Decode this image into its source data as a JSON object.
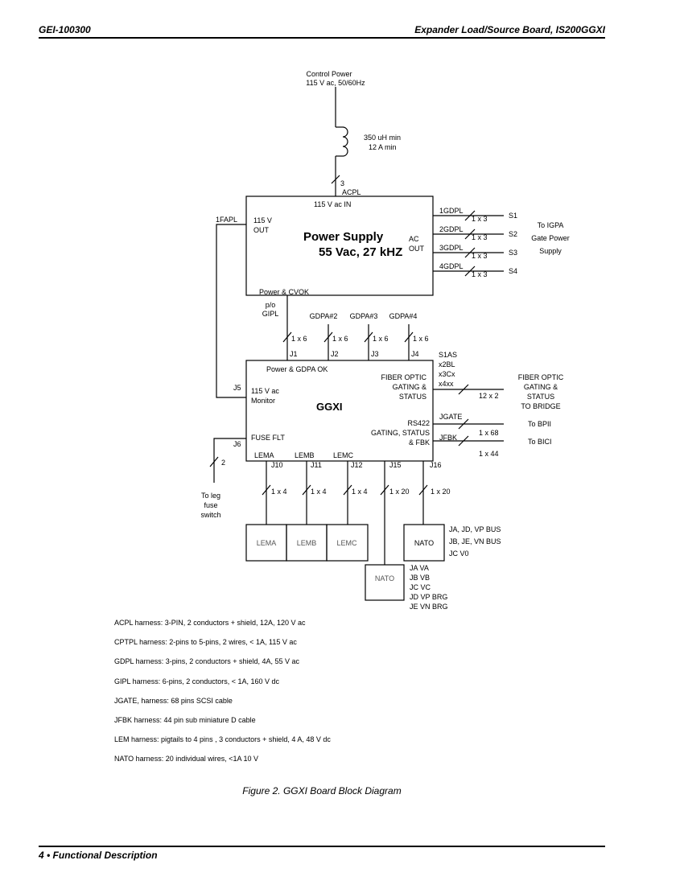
{
  "header": {
    "doc_number": "GEI-100300",
    "doc_title": "Expander Load/Source Board, IS200GGXI"
  },
  "footer": {
    "page": "4  •  Functional Description"
  },
  "diagram": {
    "control_power": [
      "Control Power",
      "115  V ac, 50/60Hz"
    ],
    "inductor": [
      "350 uH min",
      "12  A min"
    ],
    "acpl": {
      "count": "3",
      "name": "ACPL"
    },
    "power_supply": {
      "title": "Power Supply",
      "subtitle": "55 Vac, 27 kHZ",
      "input": "115 V ac IN",
      "out_115": [
        "115 V",
        "OUT"
      ],
      "ac_out": [
        "AC",
        "OUT"
      ],
      "bottom": "Power & CVOK"
    },
    "fapl": "1FAPL",
    "gdpl": [
      {
        "name": "1GDPL",
        "size": "1 x 3",
        "slot": "S1"
      },
      {
        "name": "2GDPL",
        "size": "1 x 3",
        "slot": "S2"
      },
      {
        "name": "3GDPL",
        "size": "1 x 3",
        "slot": "S3"
      },
      {
        "name": "4GDPL",
        "size": "1 x 3",
        "slot": "S4"
      }
    ],
    "igpa": [
      "To IGPA",
      "Gate Power",
      "Supply"
    ],
    "gipl": [
      "p/o",
      "GIPL"
    ],
    "gdpa": [
      "GDPA#2",
      "GDPA#3",
      "GDPA#4"
    ],
    "top_conn": [
      {
        "size": "1 x 6",
        "jack": "J1"
      },
      {
        "size": "1 x 6",
        "jack": "J2"
      },
      {
        "size": "1 x 6",
        "jack": "J3"
      },
      {
        "size": "1 x 6",
        "jack": "J4"
      }
    ],
    "ggxi": {
      "title": "GGXI",
      "power_ok": "Power  & GDPA OK",
      "monitor": [
        "115 V ac",
        "Monitor"
      ],
      "j5": "J5",
      "fuse": "FUSE FLT",
      "j6": "J6",
      "fiber": [
        "FIBER OPTIC",
        "GATING &",
        "STATUS"
      ],
      "rs422": [
        "RS422",
        "GATING, STATUS",
        "& FBK"
      ]
    },
    "fiber_codes": [
      "S1AS",
      "x2BL",
      "x3Cx",
      "x4xx"
    ],
    "fiber_size": "12 x 2",
    "fiber_dest": [
      "FIBER OPTIC",
      "GATING &",
      "STATUS",
      "TO BRIDGE"
    ],
    "jgate": {
      "name": "JGATE",
      "size": "1 x 68",
      "dest": "To BPII"
    },
    "jfbk": {
      "name": "JFBK",
      "size": "1 x 44",
      "dest": "To BICI"
    },
    "fuse_wire": "2",
    "fuse_dest": [
      "To leg",
      "fuse",
      "switch"
    ],
    "bottom_labels": [
      "LEMA",
      "LEMB",
      "LEMC"
    ],
    "bottom_conn": [
      {
        "jack": "J10",
        "size": "1 x 4"
      },
      {
        "jack": "J11",
        "size": "1 x 4"
      },
      {
        "jack": "J12",
        "size": "1 x 4"
      },
      {
        "jack": "J15",
        "size": "1 x 20"
      },
      {
        "jack": "J16",
        "size": "1 x 20"
      }
    ],
    "lem_boxes": [
      "LEMA",
      "LEMB",
      "LEMC"
    ],
    "nato_right": {
      "label": "NATO",
      "lines": [
        "JA, JD,  VP BUS",
        "JB, JE,  VN BUS",
        "JC  V0"
      ]
    },
    "nato_left": {
      "label": "NATO",
      "lines": [
        "JA  VA",
        "JB  VB",
        "JC  VC",
        "JD  VP BRG",
        "JE VN BRG"
      ]
    }
  },
  "notes": [
    "ACPL harness:  3-PIN, 2 conductors + shield, 12A, 120 V ac",
    "CPTPL harness:  2-pins to 5-pins, 2 wires, < 1A, 115 V ac",
    "GDPL harness:  3-pins, 2 conductors + shield, 4A, 55 V ac",
    "GIPL harness:  6-pins, 2 conductors, < 1A, 160 V dc",
    "JGATE, harness:  68 pins SCSI cable",
    "JFBK harness:  44 pin sub miniature D cable",
    "LEM harness:  pigtails to 4 pins , 3 conductors + shield, 4 A, 48 V dc",
    "NATO harness:  20  individual wires, <1A 10 V"
  ],
  "caption": "Figure 2.  GGXI Board Block Diagram"
}
